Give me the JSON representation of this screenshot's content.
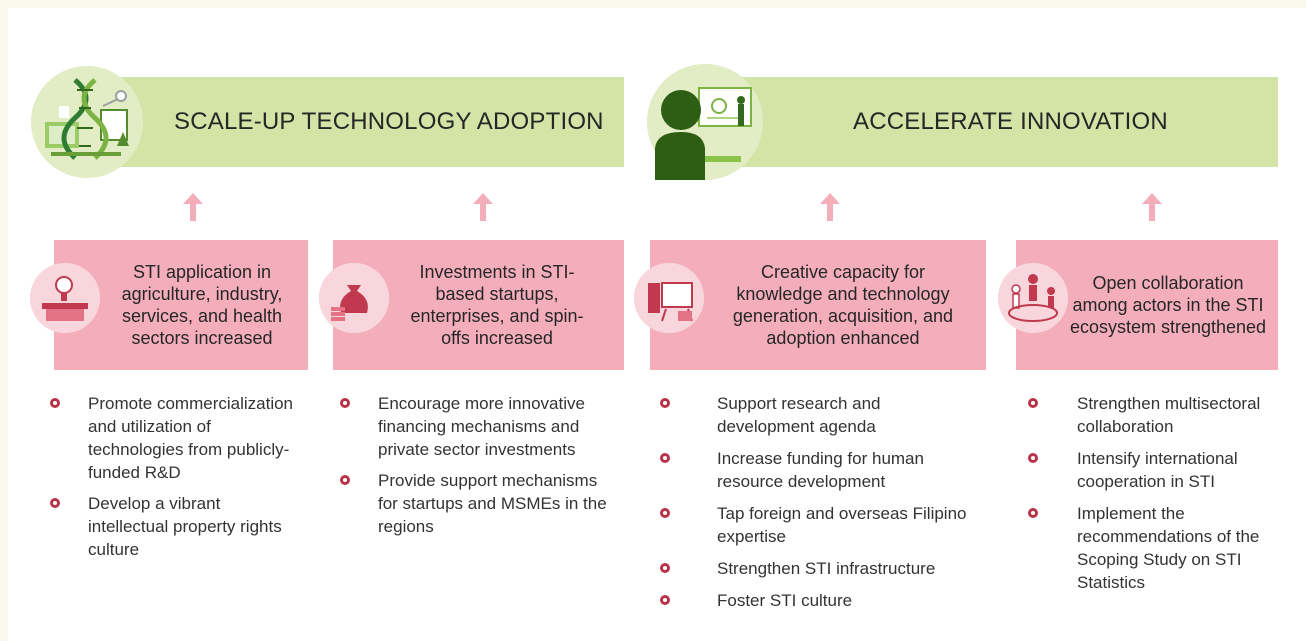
{
  "banners": [
    {
      "title": "SCALE-UP TECHNOLOGY ADOPTION",
      "icon": "dna-technology-icon"
    },
    {
      "title": "ACCELERATE INNOVATION",
      "icon": "person-presentation-icon"
    }
  ],
  "outcomes": [
    {
      "text": "STI application in agriculture, industry, services, and health sectors increased",
      "icon": "desk-lightbulb-icon",
      "bullets": [
        "Promote commercialization and utilization of technologies from publicly-funded R&D",
        "Develop a vibrant intellectual property rights culture"
      ]
    },
    {
      "text": "Investments in STI-based startups, enterprises, and spin-offs increased",
      "icon": "money-bag-icon",
      "bullets": [
        "Encourage more innovative financing mechanisms and private sector investments",
        "Provide support mechanisms for startups and MSMEs in the regions"
      ]
    },
    {
      "text": "Creative capacity for knowledge and technology generation, acquisition, and adoption enhanced",
      "icon": "whiteboard-icon",
      "bullets": [
        "Support research and development agenda",
        "Increase funding for human resource development",
        "Tap foreign and overseas Filipino expertise",
        "Strengthen STI infrastructure",
        "Foster STI culture"
      ]
    },
    {
      "text": "Open collaboration among actors in the STI ecosystem strengthened",
      "icon": "people-collaboration-icon",
      "bullets": [
        "Strengthen multisectoral collaboration",
        "Intensify international cooperation in STI",
        "Implement the recommendations of the Scoping Study on STI Statistics"
      ]
    }
  ],
  "colors": {
    "banner": "#d3e4a6",
    "outcome_box": "#f4aebb",
    "arrow": "#f4aebb",
    "bullet": "#b83348",
    "dark_green": "#3f6b1f"
  }
}
